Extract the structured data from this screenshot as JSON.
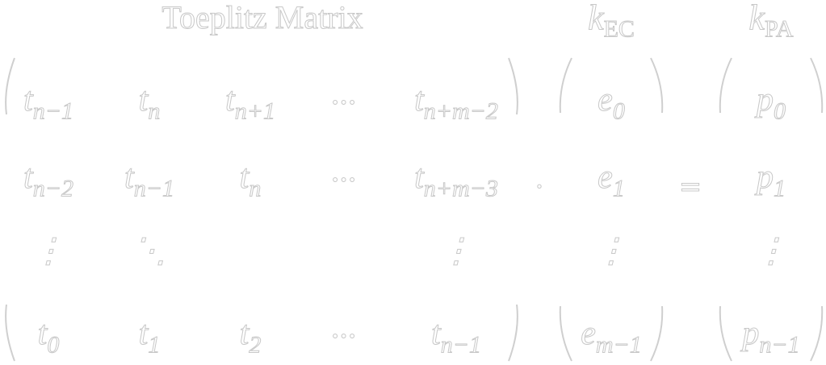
{
  "title": "Toeplitz Matrix",
  "vector_labels": [
    {
      "main": "k",
      "sub": "EC"
    },
    {
      "main": "k",
      "sub": "PA"
    }
  ],
  "matrix_rows": [
    [
      {
        "main": "t",
        "sub": "n−1"
      },
      {
        "main": "t",
        "sub": "n"
      },
      {
        "main": "t",
        "sub": "n+1"
      },
      {
        "main": "···",
        "sub": ""
      },
      {
        "main": "t",
        "sub": "n+m−2"
      }
    ],
    [
      {
        "main": "t",
        "sub": "n−2"
      },
      {
        "main": "t",
        "sub": "n−1"
      },
      {
        "main": "t",
        "sub": "n"
      },
      {
        "main": "···",
        "sub": ""
      },
      {
        "main": "t",
        "sub": "n+m−3"
      }
    ],
    [
      {
        "main": "⋮",
        "sub": ""
      },
      {
        "main": "⋱",
        "sub": ""
      },
      {
        "main": "",
        "sub": ""
      },
      {
        "main": "",
        "sub": ""
      },
      {
        "main": "⋮",
        "sub": ""
      }
    ],
    [
      {
        "main": "t",
        "sub": "0"
      },
      {
        "main": "t",
        "sub": "1"
      },
      {
        "main": "t",
        "sub": "2"
      },
      {
        "main": "···",
        "sub": ""
      },
      {
        "main": "t",
        "sub": "n−1"
      }
    ]
  ],
  "vector_ec": [
    {
      "main": "e",
      "sub": "0"
    },
    {
      "main": "e",
      "sub": "1"
    },
    {
      "main": "⋮",
      "sub": ""
    },
    {
      "main": "e",
      "sub": "m−1"
    }
  ],
  "vector_pa": [
    {
      "main": "p",
      "sub": "0"
    },
    {
      "main": "p",
      "sub": "1"
    },
    {
      "main": "⋮",
      "sub": ""
    },
    {
      "main": "p",
      "sub": "n−1"
    }
  ],
  "operators": {
    "multiply": "·",
    "equals": "="
  }
}
